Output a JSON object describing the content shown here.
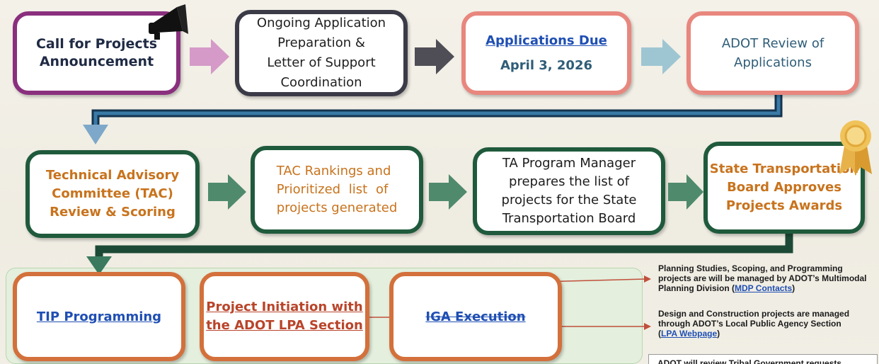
{
  "row1": {
    "call_for_projects": [
      "Call for Projects",
      "Announcement"
    ],
    "ongoing_application": [
      "Ongoing Application",
      "Preparation &",
      "Letter of Support",
      "Coordination"
    ],
    "applications_due_title": "Applications Due",
    "applications_due_date": "April 3, 2026",
    "adot_review": [
      "ADOT Review of",
      "Applications"
    ]
  },
  "row2": {
    "tac_review": [
      "Technical Advisory",
      "Committee (TAC)",
      "Review & Scoring"
    ],
    "tac_rankings": [
      "TAC Rankings and",
      "Prioritized list of",
      "projects generated"
    ],
    "ta_program_manager": [
      "TA Program Manager",
      "prepares the list of",
      "projects for the State",
      "Transportation Board"
    ],
    "state_board": [
      "State Transportation",
      "Board Approves",
      "Projects Awards"
    ]
  },
  "row3": {
    "tip_programming": "TIP Programming",
    "project_initiation": [
      "Project Initiation with",
      "the ADOT LPA Section"
    ],
    "iga_execution": "IGA Execution"
  },
  "notes": {
    "planning_line1": "Planning Studies, Scoping, and Programming",
    "planning_line2": "projects are will be managed by ADOT’s Multimodal",
    "planning_line3_prefix": "Planning Division (",
    "planning_link": "MDP Contacts",
    "planning_line3_suffix": ")",
    "design_line1": "Design and Construction projects are managed",
    "design_line2": "through ADOT’s Local Public Agency Section",
    "design_line3_prefix": "(",
    "design_link": "LPA Webpage",
    "design_line3_suffix": ")",
    "tribal_line1": "ADOT will review Tribal Government requests"
  },
  "colors": {
    "purple": "#8a2f7d",
    "charcoal": "#3b3b48",
    "salmon": "#e8877e",
    "dark_green": "#1f5a3c",
    "orange_border": "#d3703b",
    "connector_blue": "#1f4e6e"
  }
}
